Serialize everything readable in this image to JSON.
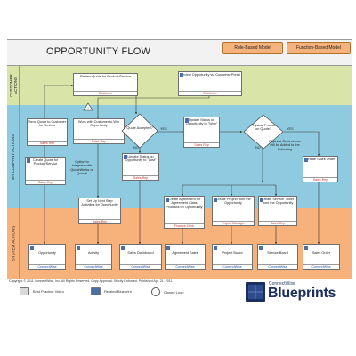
{
  "title": "OPPORTUNITY FLOW",
  "tabs": [
    {
      "label": "Role-Based Model"
    },
    {
      "label": "Function-Based Model"
    }
  ],
  "lanes": {
    "customer": {
      "label_line1": "CUSTOMER",
      "label_line2": "ACTIONS"
    },
    "company": {
      "label": "MY COMPANY ACTIONS"
    },
    "system": {
      "label": "SYSTEM ACTIONS"
    }
  },
  "boxes": {
    "review_quote": {
      "text": "Review Quote for Product/Service",
      "role": "Customer"
    },
    "review_portal": {
      "text": "Review Opportunity via Customer Portal",
      "role": "Customer"
    },
    "send_quote": {
      "text": "Send Quote to Customer for Review",
      "role": "Sales Rep"
    },
    "work_customer": {
      "text": "Work with Customer to Win Opportunity",
      "role": "Sales Rep"
    },
    "create_quote": {
      "text": "Create Quote for Product/Service",
      "role": "Sales Rep"
    },
    "update_lost": {
      "text": "Update Status on Opportunity to \"Lost\"",
      "role": "Sales Rep"
    },
    "update_won": {
      "text": "Update Status on Opportunity to \"Won\"",
      "role": "Sales Rep"
    },
    "create_sales_order": {
      "text": "Create Sales Order",
      "role": "Sales Rep"
    },
    "next_step": {
      "text": "Set Up Next Step Activities for Opportunity",
      "role": "Sales Rep"
    },
    "create_agreement": {
      "text": "Create Agreement for Agreement Class Products on Opportunity",
      "role": "Finance Clerk"
    },
    "create_project": {
      "text": "Create Project from the Opportunity",
      "role": "Project Manager"
    },
    "create_ticket": {
      "text": "Create Service Ticket from the Opportunity",
      "role": "Sales Rep"
    },
    "sys_opportunity": {
      "text": "Opportunity",
      "role": "ConnectWise"
    },
    "sys_activity": {
      "text": "Activity",
      "role": "ConnectWise"
    },
    "sys_dashboard": {
      "text": "Sales Dashboard",
      "role": "ConnectWise"
    },
    "sys_agreement": {
      "text": "Agreement Sales",
      "role": "ConnectWise"
    },
    "sys_project": {
      "text": "Project Board",
      "role": "ConnectWise"
    },
    "sys_service": {
      "text": "Service Board",
      "role": "ConnectWise"
    },
    "sys_order": {
      "text": "Sales Order",
      "role": "ConnectWise"
    }
  },
  "decisions": {
    "quote_accepted": "Quote Accepted?",
    "physical_product": "Physical Product on Quote?"
  },
  "labels": {
    "yes1": "YES",
    "no1": "NO",
    "yes2": "YES",
    "no2": "NO"
  },
  "notes": {
    "integrate": "Option to Integrate with QuoteWerks or Quosal",
    "physical_added": "Physical Product can still be Added to the Following"
  },
  "footer": {
    "copyright": "Copyright © 2011 ConnectWise, Inc. All Rights Reserved.   Copy Approval: Strictly Enforced. Published Apr. 21, 2011",
    "legend": [
      {
        "label": "Best Practice Video",
        "icon": "video-icon"
      },
      {
        "label": "Related Blueprint",
        "icon": "blueprint-icon"
      },
      {
        "label": "Closed Loop",
        "icon": "closed-loop-icon"
      }
    ],
    "logo_small": "ConnectWise",
    "logo_big": "Blueprints"
  },
  "colors": {
    "customer_lane": "#d9e5a8",
    "company_lane": "#8fcbe0",
    "system_lane": "#f6b27a",
    "tab_fill": "#f6b27a",
    "role_red": "#c0392b",
    "system_role_blue": "#1f4e9e",
    "logo_navy": "#1b2f5e"
  }
}
